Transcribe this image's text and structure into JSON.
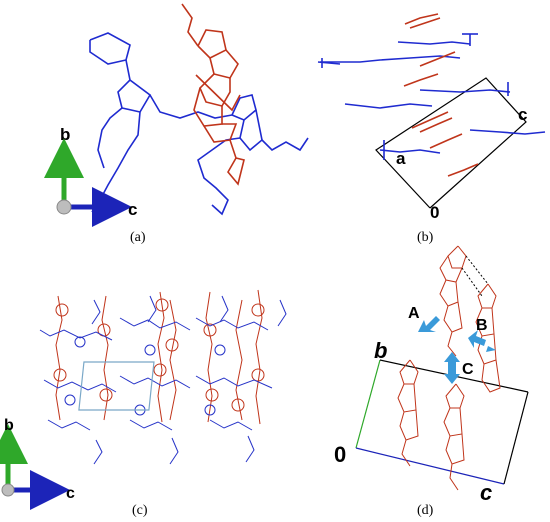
{
  "panels": [
    {
      "id": "a",
      "caption": "(a)",
      "axes": {
        "vertical": "b",
        "horizontal": "c"
      }
    },
    {
      "id": "b",
      "caption": "(b)",
      "cell_labels": {
        "a": "a",
        "c": "c",
        "origin": "0"
      }
    },
    {
      "id": "c",
      "caption": "(c)",
      "axes": {
        "vertical": "b",
        "horizontal": "c"
      }
    },
    {
      "id": "d",
      "caption": "(d)",
      "cell_labels": {
        "b": "b",
        "c": "c",
        "origin": "0"
      },
      "contacts": {
        "A": "A",
        "B": "B",
        "C": "C"
      }
    }
  ],
  "colors": {
    "molecule_a": "#1f2bd0",
    "molecule_b": "#c0351b",
    "arrow_b_axis": "#2fa82a",
    "arrow_c_axis": "#1c24b8",
    "contact_arrow": "#3a9ad9"
  }
}
